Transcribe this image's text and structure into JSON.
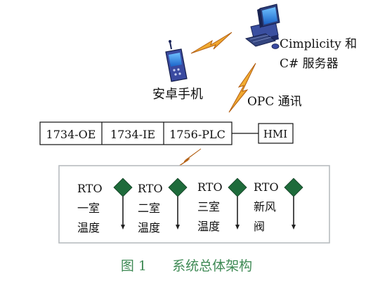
{
  "nodes": {
    "phone_label": "安卓手机",
    "server_label_line1": "Cimplicity 和",
    "server_label_line2": "C# 服务器",
    "opc_label": "OPC 通讯",
    "rack": [
      "1734-OE",
      "1734-IE",
      "1756-PLC"
    ],
    "hmi_label": "HMI"
  },
  "sensors": [
    {
      "line1": "RTO",
      "line2": "一室",
      "line3": "温度"
    },
    {
      "line1": "RTO",
      "line2": "二室",
      "line3": "温度"
    },
    {
      "line1": "RTO",
      "line2": "三室",
      "line3": "温度"
    },
    {
      "line1": "RTO",
      "line2": "新风",
      "line3": "阀"
    }
  ],
  "caption": {
    "number": "图 1",
    "title": "系统总体架构"
  },
  "colors": {
    "caption": "#3f8a55",
    "diamond": "#1e6b3b",
    "panel_border": "#b8bcc0",
    "lightning_fill": "#f6b31b",
    "lightning_stroke": "#b35f12",
    "phone_body": "#3a4aa0",
    "computer_body": "#2c3d7a"
  },
  "icons": {
    "phone": "android-phone-icon",
    "server": "desktop-computer-icon",
    "wireless": "lightning-bolt-icon",
    "sensor": "thermocouple-diamond-icon"
  }
}
